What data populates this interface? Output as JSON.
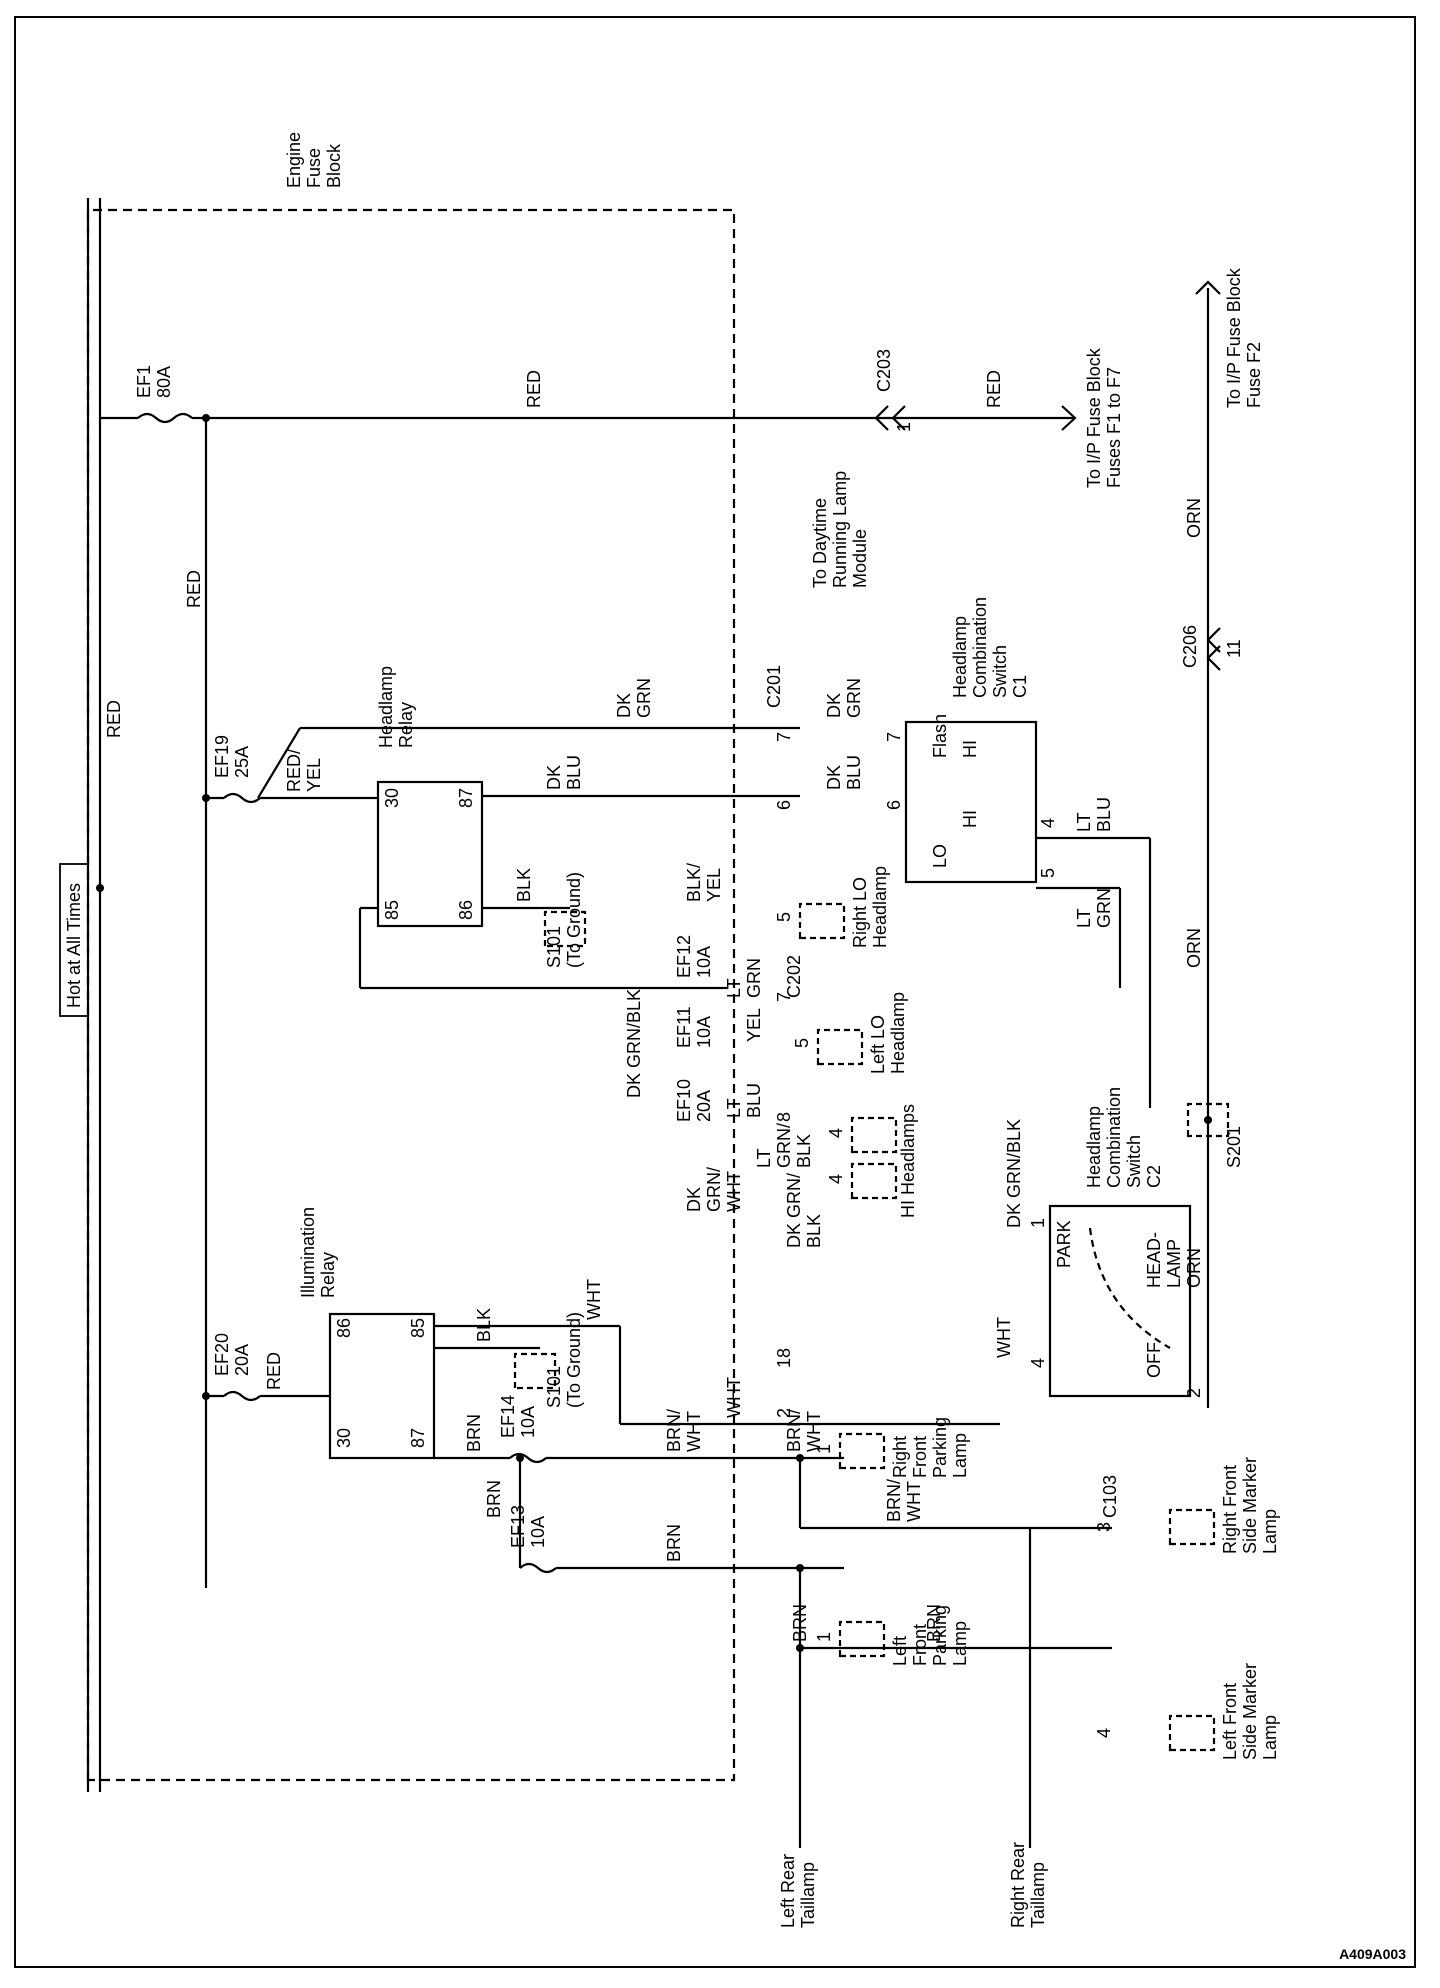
{
  "diagram_code": "A409A003",
  "header": {
    "hot_label": "Hot at All Times",
    "fuse_block_title": [
      "Engine",
      "Fuse",
      "Block"
    ]
  },
  "fuses": {
    "ef1": [
      "EF1",
      "80A"
    ],
    "ef19": [
      "EF19",
      "25A"
    ],
    "ef20": [
      "EF20",
      "20A"
    ],
    "ef14": [
      "EF14",
      "10A"
    ],
    "ef13": [
      "EF13",
      "10A"
    ],
    "ef12": [
      "EF12",
      "10A"
    ],
    "ef11": [
      "EF11",
      "10A"
    ],
    "ef10": [
      "EF10",
      "20A"
    ]
  },
  "components": {
    "headlamp_relay": [
      "Headlamp",
      "Relay"
    ],
    "illumination_relay": [
      "Illumination",
      "Relay"
    ],
    "s101_a": [
      "S101",
      "(To Ground)"
    ],
    "s101_b": [
      "S101",
      "(To Ground)"
    ],
    "s201": "S201",
    "hl_switch_c1": [
      "Headlamp",
      "Combination",
      "Switch",
      "C1"
    ],
    "hl_switch_c2": [
      "Headlamp",
      "Combination",
      "Switch",
      "C2"
    ],
    "right_lo": [
      "Right LO",
      "Headlamp"
    ],
    "left_lo": [
      "Left LO",
      "Headlamp"
    ],
    "hi_headlamps": "HI Headlamps",
    "right_front_parking": [
      "Right",
      "Front",
      "Parking",
      "Lamp"
    ],
    "left_front_parking": [
      "Left",
      "Front",
      "Parking",
      "Lamp"
    ],
    "right_side_marker": [
      "Right Front",
      "Side Marker",
      "Lamp"
    ],
    "left_side_marker": [
      "Left Front",
      "Side Marker",
      "Lamp"
    ],
    "to_drl": [
      "To Daytime",
      "Running Lamp",
      "Module"
    ],
    "to_ip_f1_f7": [
      "To I/P Fuse Block",
      "Fuses F1 to F7"
    ],
    "to_ip_f2": [
      "To I/P Fuse Block",
      "Fuse F2"
    ],
    "left_rear_taillamp": [
      "Left Rear",
      "Taillamp"
    ],
    "right_rear_taillamp": [
      "Right Rear",
      "Taillamp"
    ]
  },
  "switch_labels": {
    "flash": "Flash",
    "hi_top": "HI",
    "hi_mid": "HI",
    "lo": "LO",
    "park": "PARK",
    "head_lamp": [
      "HEAD-",
      "LAMP"
    ],
    "off": "OFF"
  },
  "connectors": {
    "c203": "C203",
    "c201": "C201",
    "c202": "C202",
    "c206": "C206",
    "c103": "C103"
  },
  "pins": {
    "c203_1": "1",
    "c201_7": "7",
    "c201_6": "6",
    "c202_7": "7",
    "c202_8": "8",
    "c202_18": "18",
    "c202_2": "2",
    "c206_11": "11",
    "c103_3": "3",
    "c103_4": "4",
    "rlo_5": "5",
    "llo_5": "5",
    "hi_4a": "4",
    "hi_4b": "4",
    "rfp_1": "1",
    "lfp_1": "1",
    "c1_7": "7",
    "c1_6": "6",
    "c1_4": "4",
    "c1_5": "5",
    "c2_1": "1",
    "c2_4": "4",
    "c2_2": "2",
    "hr_30": "30",
    "hr_87": "87",
    "hr_85": "85",
    "hr_86": "86",
    "ir_86": "86",
    "ir_85": "85",
    "ir_30": "30",
    "ir_87": "87"
  },
  "wires": {
    "red_main_top": "RED",
    "red_c203": "RED",
    "red_vertical": "RED",
    "red_left": "RED",
    "red_yel": [
      "RED/",
      "YEL"
    ],
    "dk_grn_relay": [
      "DK",
      "GRN"
    ],
    "dk_blu_relay": [
      "DK",
      "BLU"
    ],
    "dk_grn_sw": [
      "DK",
      "GRN"
    ],
    "dk_blu_sw": [
      "DK",
      "BLU"
    ],
    "blk_hr": "BLK",
    "blk_yel": [
      "BLK/",
      "YEL"
    ],
    "lt_grn_c202": [
      "LT",
      "GRN"
    ],
    "yel": "YEL",
    "lt_blu_c202": [
      "LT",
      "BLU"
    ],
    "lt_grn_blk": [
      "LT",
      "GRN/",
      "BLK"
    ],
    "dk_grn_wht": [
      "DK",
      "GRN/",
      "WHT"
    ],
    "dk_grn_blk_vert": "DK GRN/BLK",
    "dk_grn_blk_hi": [
      "DK GRN/",
      "BLK"
    ],
    "dk_grn_blk_c2": "DK GRN/BLK",
    "wht_ir": "WHT",
    "wht_c202": "WHT",
    "wht_c2": "WHT",
    "blk_ir": "BLK",
    "red_ir": "RED",
    "brn_ir": "BRN",
    "brn_wht_a": [
      "BRN/",
      "WHT"
    ],
    "brn_wht_b": [
      "BRN/",
      "WHT"
    ],
    "brn_wht_c": [
      "BRN/",
      "WHT"
    ],
    "brn_vert": "BRN",
    "brn_ef13": "BRN",
    "brn_lfp": "BRN",
    "brn_bottom": "BRN",
    "orn_c206": "ORN",
    "orn_mid": "ORN",
    "orn_low": "ORN",
    "lt_blu_c1": [
      "LT",
      "BLU"
    ],
    "lt_grn_c1": [
      "LT",
      "GRN"
    ]
  }
}
